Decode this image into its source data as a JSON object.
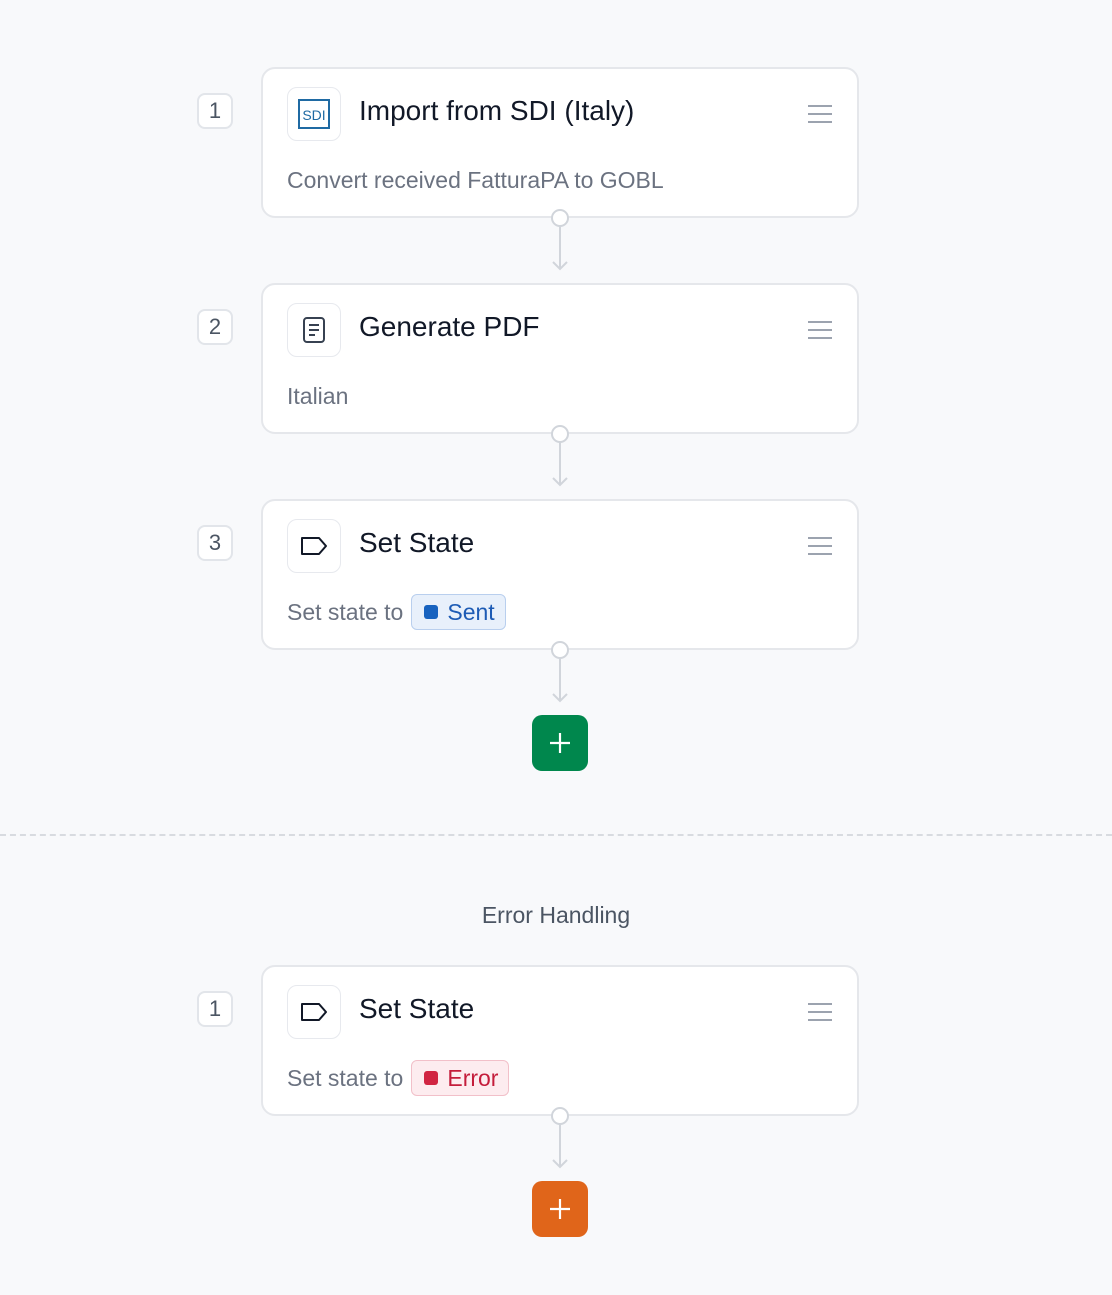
{
  "workflow": {
    "steps": [
      {
        "number": "1",
        "title": "Import from SDI (Italy)",
        "icon": "sdi-logo-icon",
        "icon_text": "SDI",
        "subtitle": "Convert received FatturaPA to GOBL"
      },
      {
        "number": "2",
        "title": "Generate PDF",
        "icon": "document-icon",
        "subtitle": "Italian"
      },
      {
        "number": "3",
        "title": "Set State",
        "icon": "tag-icon",
        "subtitle": "Set state to",
        "badge": {
          "label": "Sent",
          "color": "#1762bf"
        }
      }
    ],
    "add_button": {
      "icon": "plus-icon",
      "color": "#00874d"
    }
  },
  "error_handling": {
    "title": "Error Handling",
    "steps": [
      {
        "number": "1",
        "title": "Set State",
        "icon": "tag-icon",
        "subtitle": "Set state to",
        "badge": {
          "label": "Error",
          "color": "#d12542"
        }
      }
    ],
    "add_button": {
      "icon": "plus-icon",
      "color": "#e0651a"
    }
  },
  "menu_icon": "hamburger-menu-icon"
}
